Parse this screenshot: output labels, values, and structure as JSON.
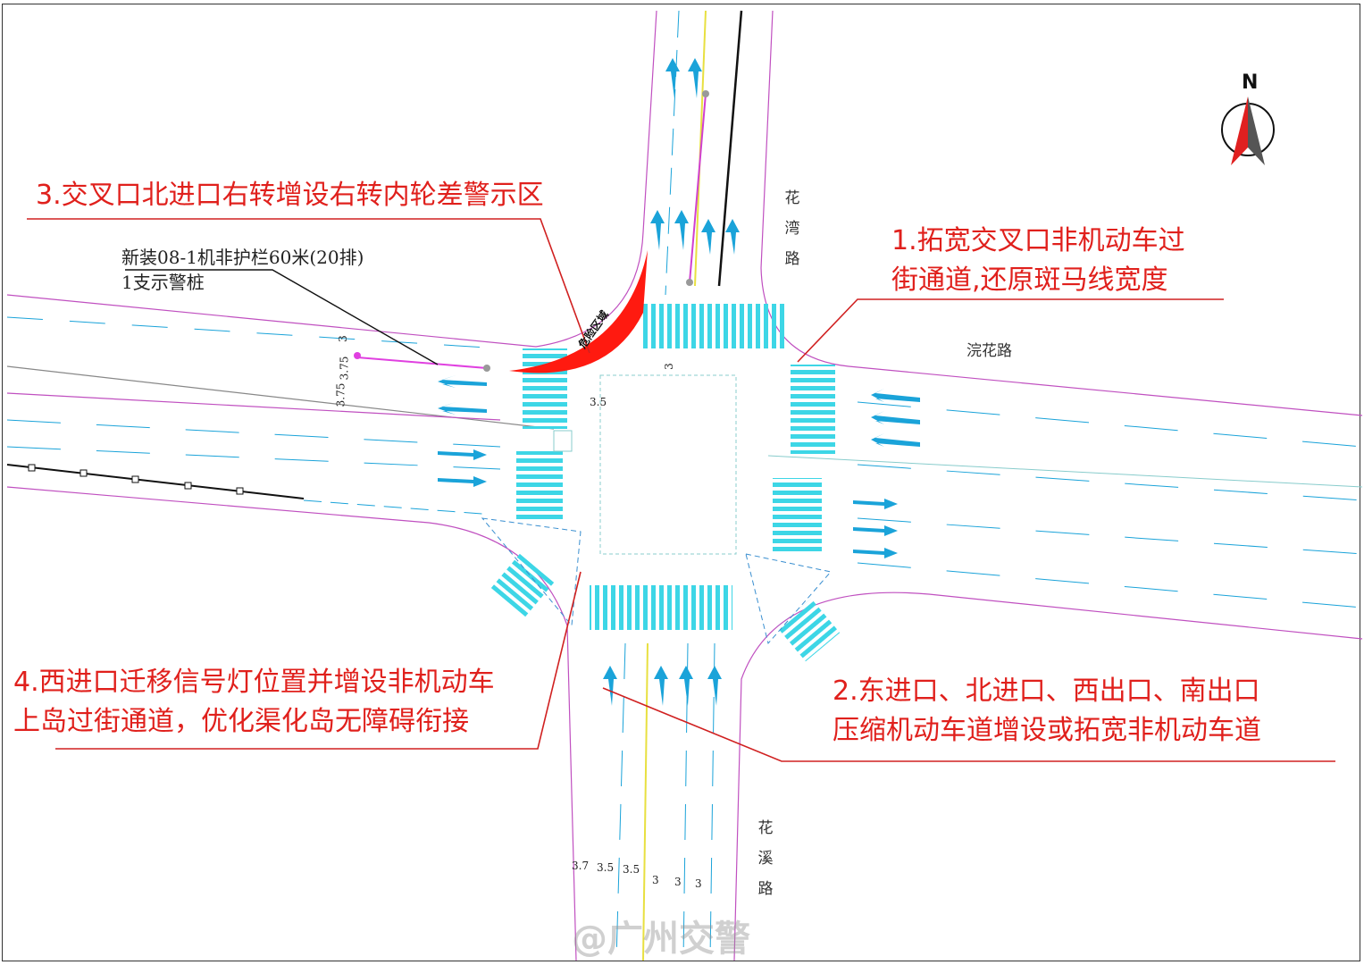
{
  "annotations": [
    {
      "id": "1",
      "lines": [
        "1.拓宽交叉口非机动车过",
        "街通道,还原斑马线宽度"
      ]
    },
    {
      "id": "2",
      "lines": [
        "2.东进口、北进口、西出口、南出口",
        "压缩机动车道增设或拓宽非机动车道"
      ]
    },
    {
      "id": "3",
      "lines": [
        "3.交叉口北进口右转增设右转内轮差警示区"
      ]
    },
    {
      "id": "4",
      "lines": [
        "4.西进口迁移信号灯位置并增设非机动车",
        "上岛过街通道，优化渠化岛无障碍衔接"
      ]
    }
  ],
  "install_note": [
    "新装08-1机非护栏60米(20排)",
    "1支示警桩"
  ],
  "warning_zone_text": "危险区域",
  "roads": {
    "north": "花湾路",
    "south": "花溪路",
    "east": "浣花路"
  },
  "dimensions": {
    "west": [
      "3",
      "3.75",
      "3.75"
    ],
    "center": [
      "3",
      "3.5"
    ],
    "south": [
      "3.7",
      "3.5",
      "3.5",
      "3",
      "3",
      "3"
    ]
  },
  "compass": "N",
  "watermark": "@广州交警",
  "colors": {
    "annotation": "#e0201c",
    "lane": "#1aa3d9",
    "crosswalk": "#3dd6e6",
    "edge": "#c050c0"
  }
}
